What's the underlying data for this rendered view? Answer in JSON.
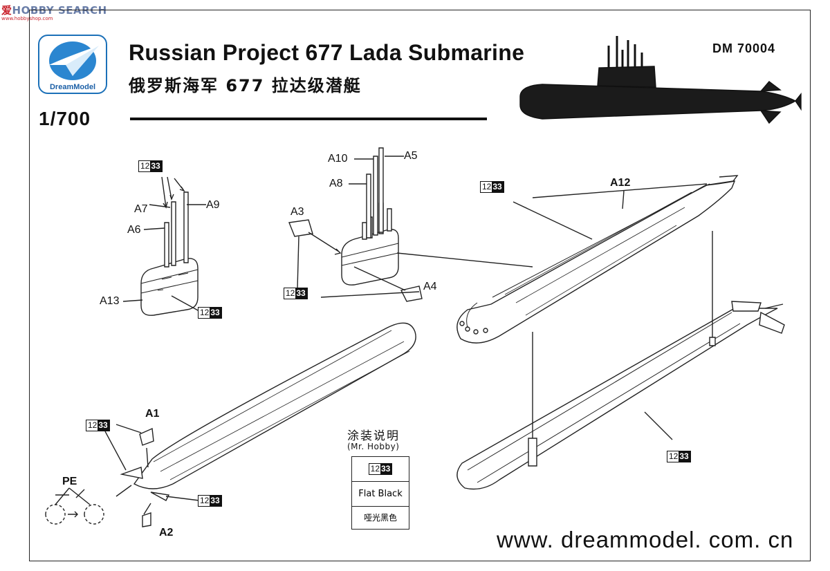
{
  "watermark": {
    "text_red": "爱",
    "text_main": "HOBBY SEARCH",
    "url": "www.hobbyshop.com"
  },
  "header": {
    "logo_text": "DreamModel",
    "title_en": "Russian Project 677 Lada Submarine",
    "title_cn": "俄罗斯海军 677 拉达级潜艇",
    "scale": "1/700",
    "product_code": "DM 70004"
  },
  "parts": [
    {
      "id": "A1",
      "label": "A1",
      "bold": true
    },
    {
      "id": "A2",
      "label": "A2",
      "bold": true
    },
    {
      "id": "A3",
      "label": "A3",
      "bold": false
    },
    {
      "id": "A4",
      "label": "A4",
      "bold": false
    },
    {
      "id": "A5",
      "label": "A5",
      "bold": false
    },
    {
      "id": "A6",
      "label": "A6",
      "bold": false
    },
    {
      "id": "A7",
      "label": "A7",
      "bold": false
    },
    {
      "id": "A8",
      "label": "A8",
      "bold": false
    },
    {
      "id": "A9",
      "label": "A9",
      "bold": false
    },
    {
      "id": "A10",
      "label": "A10",
      "bold": false
    },
    {
      "id": "A12",
      "label": "A12",
      "bold": true
    },
    {
      "id": "A13",
      "label": "A13",
      "bold": false
    },
    {
      "id": "PE",
      "label": "PE",
      "bold": true
    }
  ],
  "paint_code": {
    "left": "12",
    "right": "33"
  },
  "paint_guide": {
    "title": "涂装说明",
    "brand": "(Mr. Hobby)",
    "color_name": "Flat Black",
    "color_name_cn": "哑光黑色",
    "color_hex": "#111111"
  },
  "footer": {
    "url": "www. dreammodel. com. cn"
  }
}
